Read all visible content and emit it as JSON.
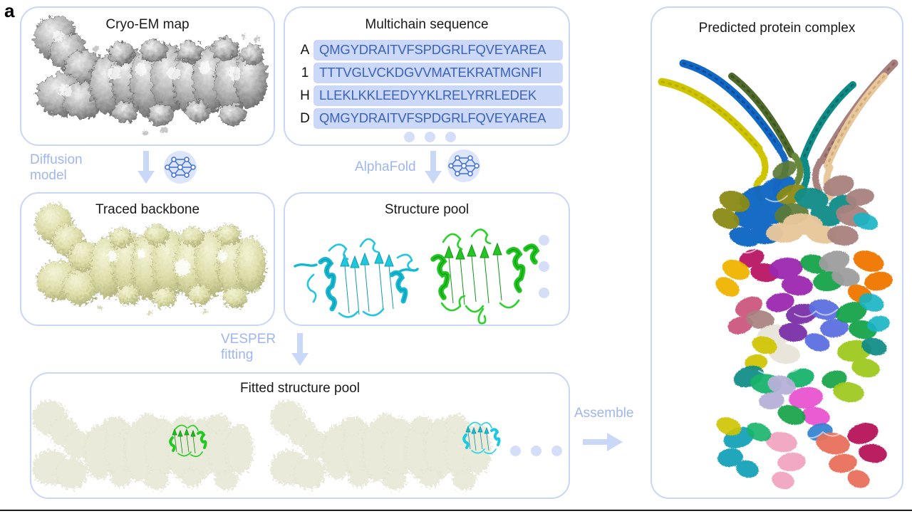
{
  "figure": {
    "panel_label": "a"
  },
  "panels": {
    "cryoem": {
      "title": "Cryo-EM map"
    },
    "sequence": {
      "title": "Multichain sequence"
    },
    "backbone": {
      "title": "Traced backbone"
    },
    "structure_pool": {
      "title": "Structure pool"
    },
    "fitted_pool": {
      "title": "Fitted structure pool"
    },
    "predicted": {
      "title": "Predicted\nprotein complex"
    }
  },
  "sequences": [
    {
      "chain": "A",
      "residues": "QMGYDRAITVFSPDGRLFQVEYAREA"
    },
    {
      "chain": "1",
      "residues": "TTTVGLVCKDGVVMATEKRATMGNFI"
    },
    {
      "chain": "H",
      "residues": "LLEKLKKLEEDYYKLRELYRRLEDEK"
    },
    {
      "chain": "D",
      "residues": "QMGYDRAITVFSPDGRLFQVEYAREA"
    }
  ],
  "flow": {
    "diffusion": {
      "label": "Diffusion\nmodel",
      "icon": "neural-network-icon",
      "arrow": "arrow-down-icon"
    },
    "alphafold": {
      "label": "AlphaFold",
      "icon": "neural-network-icon",
      "arrow": "arrow-down-icon"
    },
    "vesper": {
      "label": "VESPER\nfitting",
      "arrow": "arrow-down-icon"
    },
    "assemble": {
      "label": "Assemble",
      "arrow": "arrow-right-icon"
    }
  },
  "colors": {
    "panel_border": "#c9d6f5",
    "accent_text": "#9fb6ef",
    "sequence_pill": "#ccd8f8",
    "sequence_text": "#3b63b8",
    "ellipsis_dot": "#d5def9",
    "cryoem_density": "#8e8e8e",
    "backbone": "#dedeb0",
    "faded_backbone": "#e9e9d8",
    "structure_cyan": "#12c0d8",
    "structure_green": "#1fc21f"
  }
}
